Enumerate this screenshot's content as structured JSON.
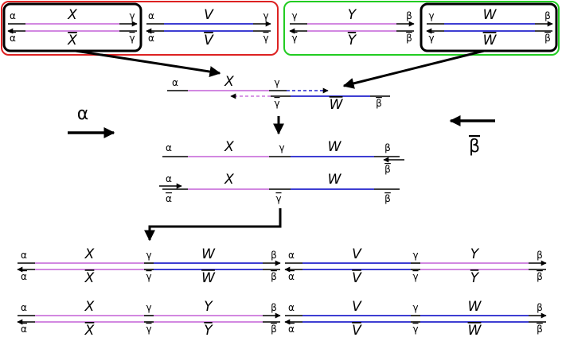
{
  "colors": {
    "x_segment": "#cc77dd",
    "v_segment": "#2222cc",
    "y_segment": "#cc77dd",
    "w_segment": "#2222cc",
    "backbone": "#000000",
    "red_box": "#dd2222",
    "green_box": "#22cc22",
    "highlight_box": "#000000"
  },
  "icons": [
    "arrow-head-icon"
  ],
  "primers": {
    "alpha": "α",
    "alpha_bar": "α",
    "gamma": "γ",
    "gamma_bar": "γ",
    "beta": "β",
    "beta_bar": "β"
  },
  "segments": {
    "X": "X",
    "V": "V",
    "Y": "Y",
    "W": "W"
  },
  "side_labels": {
    "left": "α",
    "right": "β"
  }
}
